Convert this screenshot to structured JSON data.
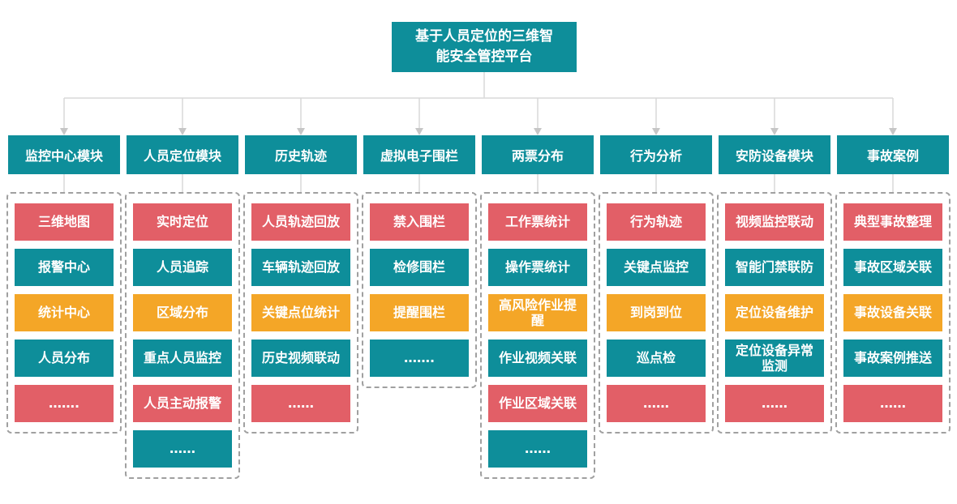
{
  "title": "基于人员定位的三维智能安全管控平台",
  "colors": {
    "teal": "#0E8E9A",
    "red": "#E25F67",
    "orange": "#F4A627",
    "connector_line": "#D9D9D9",
    "arrow": "#C6C6C6",
    "dashed_border": "#A0A0A0",
    "text": "#FFFFFF",
    "background": "#FFFFFF"
  },
  "modules": [
    {
      "name": "监控中心模块",
      "items": [
        {
          "label": "三维地图",
          "color": "red"
        },
        {
          "label": "报警中心",
          "color": "teal"
        },
        {
          "label": "统计中心",
          "color": "orange"
        },
        {
          "label": "人员分布",
          "color": "teal"
        },
        {
          "label": "…….",
          "color": "red"
        }
      ]
    },
    {
      "name": "人员定位模块",
      "items": [
        {
          "label": "实时定位",
          "color": "red"
        },
        {
          "label": "人员追踪",
          "color": "teal"
        },
        {
          "label": "区域分布",
          "color": "orange"
        },
        {
          "label": "重点人员监控",
          "color": "teal"
        },
        {
          "label": "人员主动报警",
          "color": "red"
        },
        {
          "label": "……",
          "color": "teal"
        }
      ]
    },
    {
      "name": "历史轨迹",
      "items": [
        {
          "label": "人员轨迹回放",
          "color": "red"
        },
        {
          "label": "车辆轨迹回放",
          "color": "teal"
        },
        {
          "label": "关键点位统计",
          "color": "orange"
        },
        {
          "label": "历史视频联动",
          "color": "teal"
        },
        {
          "label": "……",
          "color": "red"
        }
      ]
    },
    {
      "name": "虚拟电子围栏",
      "items": [
        {
          "label": "禁入围栏",
          "color": "red"
        },
        {
          "label": "检修围栏",
          "color": "teal"
        },
        {
          "label": "提醒围栏",
          "color": "orange"
        },
        {
          "label": "…….",
          "color": "teal"
        }
      ]
    },
    {
      "name": "两票分布",
      "items": [
        {
          "label": "工作票统计",
          "color": "red"
        },
        {
          "label": "操作票统计",
          "color": "teal"
        },
        {
          "label": "高风险作业提醒",
          "color": "orange"
        },
        {
          "label": "作业视频关联",
          "color": "teal"
        },
        {
          "label": "作业区域关联",
          "color": "red"
        },
        {
          "label": "……",
          "color": "teal"
        }
      ]
    },
    {
      "name": "行为分析",
      "items": [
        {
          "label": "行为轨迹",
          "color": "red"
        },
        {
          "label": "关键点监控",
          "color": "teal"
        },
        {
          "label": "到岗到位",
          "color": "orange"
        },
        {
          "label": "巡点检",
          "color": "teal"
        },
        {
          "label": "……",
          "color": "red"
        }
      ]
    },
    {
      "name": "安防设备模块",
      "items": [
        {
          "label": "视频监控联动",
          "color": "red"
        },
        {
          "label": "智能门禁联防",
          "color": "teal"
        },
        {
          "label": "定位设备维护",
          "color": "orange"
        },
        {
          "label": "定位设备异常监测",
          "color": "teal"
        },
        {
          "label": "……",
          "color": "red"
        }
      ]
    },
    {
      "name": "事故案例",
      "items": [
        {
          "label": "典型事故整理",
          "color": "red"
        },
        {
          "label": "事故区域关联",
          "color": "teal"
        },
        {
          "label": "事故设备关联",
          "color": "orange"
        },
        {
          "label": "事故案例推送",
          "color": "teal"
        },
        {
          "label": "……",
          "color": "red"
        }
      ]
    }
  ]
}
